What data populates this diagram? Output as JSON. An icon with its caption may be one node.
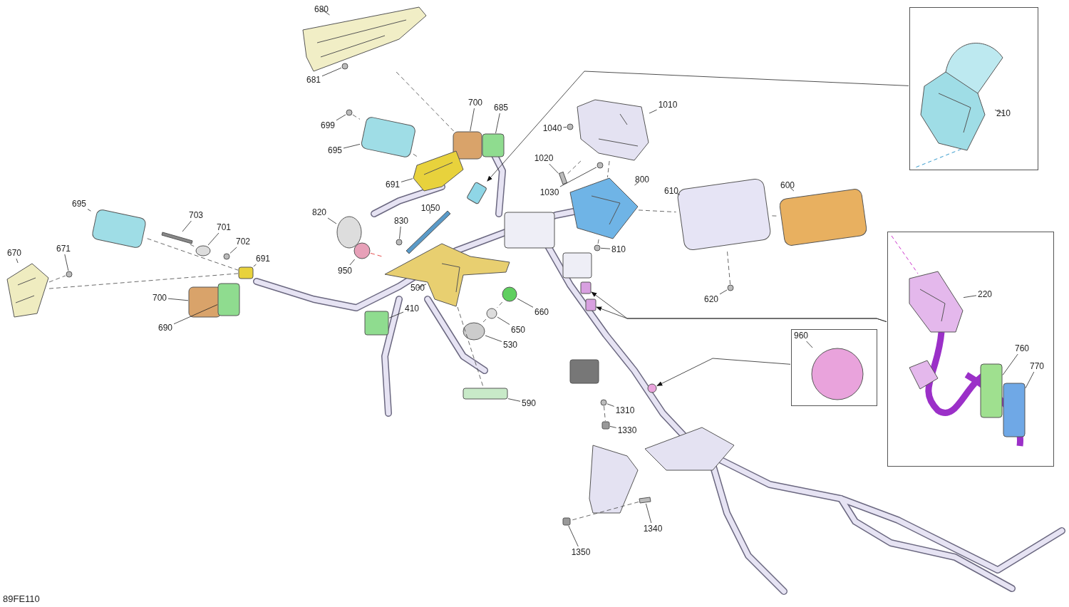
{
  "diagram": {
    "nodes": [
      {
        "text": [
          "680"
        ]
      },
      {
        "text": [],
        "shape": "picture"
      },
      {
        "text": [
          "681"
        ]
      },
      {
        "text": [],
        "shape": "circle"
      },
      {
        "text": [],
        "shape": "box"
      },
      {
        "text": [
          "210"
        ],
        "in": 4
      },
      {
        "text": [],
        "shape": "picture",
        "in": 4
      },
      {
        "text": [
          "700"
        ]
      },
      {
        "text": [],
        "shape": "box"
      },
      {
        "text": [
          "685"
        ]
      },
      {
        "text": [],
        "shape": "box"
      },
      {
        "text": [
          "1010"
        ]
      },
      {
        "text": [],
        "shape": "picture"
      },
      {
        "text": [
          "699"
        ]
      },
      {
        "text": [],
        "shape": "circle"
      },
      {
        "text": [
          "1040"
        ]
      },
      {
        "text": [],
        "shape": "circle"
      },
      {
        "text": [
          "695"
        ]
      },
      {
        "text": [],
        "shape": "box"
      },
      {
        "text": [
          "1020"
        ]
      },
      {
        "text": [],
        "shape": "bar"
      },
      {
        "text": [
          "800"
        ]
      },
      {
        "text": [],
        "shape": "picture"
      },
      {
        "text": [
          "691"
        ]
      },
      {
        "text": [],
        "shape": "picture"
      },
      {
        "text": [
          "600"
        ]
      },
      {
        "text": [],
        "shape": "box"
      },
      {
        "text": [
          "610"
        ]
      },
      {
        "text": [],
        "shape": "box"
      },
      {
        "text": [
          "1030"
        ]
      },
      {
        "text": [],
        "shape": "circle"
      },
      {
        "text": [],
        "shape": "box"
      },
      {
        "text": [
          "695"
        ]
      },
      {
        "text": [],
        "shape": "box"
      },
      {
        "text": [
          "1050"
        ]
      },
      {
        "text": [],
        "shape": "bar"
      },
      {
        "text": [
          "703"
        ]
      },
      {
        "text": [],
        "shape": "bar"
      },
      {
        "text": [
          "820"
        ]
      },
      {
        "text": [],
        "shape": "circle"
      },
      {
        "text": [
          "830"
        ]
      },
      {
        "text": [],
        "shape": "circle"
      },
      {
        "text": [
          "701"
        ]
      },
      {
        "text": [],
        "shape": "circle"
      },
      {
        "text": [],
        "shape": "box"
      },
      {
        "text": [
          "220"
        ],
        "in": 44
      },
      {
        "text": [],
        "shape": "picture",
        "in": 44
      },
      {
        "text": [
          "702"
        ]
      },
      {
        "text": [],
        "shape": "circle"
      },
      {
        "text": [
          "810"
        ]
      },
      {
        "text": [],
        "shape": "circle"
      },
      {
        "text": [
          "671"
        ]
      },
      {
        "text": [],
        "shape": "circle"
      },
      {
        "text": [
          "670"
        ]
      },
      {
        "text": [],
        "shape": "picture"
      },
      {
        "text": [
          "691"
        ]
      },
      {
        "text": [],
        "shape": "box"
      },
      {
        "text": [
          "950"
        ]
      },
      {
        "text": [],
        "shape": "circle"
      },
      {
        "text": [
          "500"
        ]
      },
      {
        "text": [],
        "shape": "picture"
      },
      {
        "text": [
          "700"
        ]
      },
      {
        "text": [],
        "shape": "box"
      },
      {
        "text": [
          "620"
        ]
      },
      {
        "text": [],
        "shape": "circle"
      },
      {
        "text": [
          "410"
        ]
      },
      {
        "text": [],
        "shape": "box"
      },
      {
        "text": [
          "660"
        ]
      },
      {
        "text": [],
        "shape": "circle"
      },
      {
        "text": [],
        "shape": "box"
      },
      {
        "text": [],
        "shape": "box"
      },
      {
        "text": [
          "650"
        ]
      },
      {
        "text": [],
        "shape": "circle"
      },
      {
        "text": [],
        "shape": "box"
      },
      {
        "text": [
          "960"
        ],
        "in": 73
      },
      {
        "text": [],
        "shape": "circle",
        "in": 73
      },
      {
        "text": [
          "690"
        ]
      },
      {
        "text": [],
        "shape": "box"
      },
      {
        "text": [
          "530"
        ]
      },
      {
        "text": [],
        "shape": "circle"
      },
      {
        "text": [
          "760"
        ],
        "in": 44
      },
      {
        "text": [],
        "shape": "cylinder",
        "in": 44
      },
      {
        "text": [
          "770"
        ],
        "in": 44
      },
      {
        "text": [],
        "shape": "cylinder",
        "in": 44
      },
      {
        "text": [],
        "shape": "circle"
      },
      {
        "text": [
          "590"
        ]
      },
      {
        "text": [],
        "shape": "box"
      },
      {
        "text": [
          "1310"
        ]
      },
      {
        "text": [],
        "shape": "circle"
      },
      {
        "text": [
          "1330"
        ]
      },
      {
        "text": [],
        "shape": "box"
      },
      {
        "text": [
          "1340"
        ]
      },
      {
        "text": [],
        "shape": "bar"
      },
      {
        "text": [
          "1350"
        ]
      },
      {
        "text": [],
        "shape": "box"
      }
    ],
    "edges": [
      {
        "from": 0,
        "to": 1,
        "arrow": "none"
      },
      {
        "from": 2,
        "to": 3,
        "arrow": "none"
      },
      {
        "from": 5,
        "to": 6,
        "arrow": "none"
      },
      {
        "from": 7,
        "to": 8,
        "arrow": "none"
      },
      {
        "from": 9,
        "to": 10,
        "arrow": "none"
      },
      {
        "from": 11,
        "to": 12,
        "arrow": "none"
      },
      {
        "from": 13,
        "to": 14,
        "arrow": "none"
      },
      {
        "from": 15,
        "to": 16,
        "arrow": "none"
      },
      {
        "from": 17,
        "to": 18,
        "arrow": "none"
      },
      {
        "from": 19,
        "to": 20,
        "arrow": "none"
      },
      {
        "from": 21,
        "to": 22,
        "arrow": "none"
      },
      {
        "from": 23,
        "to": 24,
        "arrow": "none"
      },
      {
        "from": 25,
        "to": 26,
        "arrow": "none"
      },
      {
        "from": 27,
        "to": 28,
        "arrow": "none"
      },
      {
        "from": 29,
        "to": 30,
        "arrow": "none"
      },
      {
        "from": 32,
        "to": 33,
        "arrow": "none"
      },
      {
        "from": 34,
        "to": 35,
        "arrow": "none"
      },
      {
        "from": 36,
        "to": 37,
        "arrow": "none"
      },
      {
        "from": 38,
        "to": 39,
        "arrow": "none"
      },
      {
        "from": 40,
        "to": 41,
        "arrow": "none"
      },
      {
        "from": 42,
        "to": 43,
        "arrow": "none"
      },
      {
        "from": 45,
        "to": 46,
        "arrow": "none"
      },
      {
        "from": 47,
        "to": 48,
        "arrow": "none"
      },
      {
        "from": 49,
        "to": 50,
        "arrow": "none"
      },
      {
        "from": 51,
        "to": 52,
        "arrow": "none"
      },
      {
        "from": 53,
        "to": 54,
        "arrow": "none"
      },
      {
        "from": 55,
        "to": 56,
        "arrow": "none"
      },
      {
        "from": 57,
        "to": 58,
        "arrow": "none"
      },
      {
        "from": 59,
        "to": 60,
        "arrow": "none"
      },
      {
        "from": 61,
        "to": 62,
        "arrow": "none"
      },
      {
        "from": 63,
        "to": 64,
        "arrow": "none"
      },
      {
        "from": 65,
        "to": 66,
        "arrow": "none"
      },
      {
        "from": 67,
        "to": 68,
        "arrow": "none"
      },
      {
        "from": 71,
        "to": 72,
        "arrow": "none"
      },
      {
        "from": 74,
        "to": 75,
        "arrow": "none"
      },
      {
        "from": 76,
        "to": 77,
        "arrow": "none"
      },
      {
        "from": 78,
        "to": 79,
        "arrow": "none"
      },
      {
        "from": 80,
        "to": 81,
        "arrow": "none"
      },
      {
        "from": 82,
        "to": 83,
        "arrow": "none"
      },
      {
        "from": 85,
        "to": 86,
        "arrow": "none"
      },
      {
        "from": 87,
        "to": 88,
        "arrow": "none"
      },
      {
        "from": 89,
        "to": 90,
        "arrow": "none"
      },
      {
        "from": 91,
        "to": 92,
        "arrow": "none"
      },
      {
        "from": 93,
        "to": 94,
        "arrow": "none"
      },
      {
        "from": 4,
        "to": 31,
        "arrow": "to"
      },
      {
        "from": 44,
        "to": 69,
        "arrow": "to"
      },
      {
        "from": 44,
        "to": 70,
        "arrow": "to"
      },
      {
        "from": 73,
        "to": 84,
        "arrow": "to"
      },
      {
        "from": 1,
        "to": 8,
        "arrow": "none",
        "style": "dashed"
      },
      {
        "from": 14,
        "to": 18,
        "arrow": "none",
        "style": "dashed"
      },
      {
        "from": 18,
        "to": 24,
        "arrow": "none",
        "style": "dashed"
      },
      {
        "from": 54,
        "to": 52,
        "arrow": "none",
        "style": "dashed"
      },
      {
        "from": 54,
        "to": 56,
        "arrow": "none",
        "style": "dashed"
      },
      {
        "from": 33,
        "to": 56,
        "arrow": "none",
        "style": "dashed"
      },
      {
        "from": 37,
        "to": 43,
        "arrow": "none",
        "style": "dashed"
      },
      {
        "from": 58,
        "to": 60,
        "arrow": "none",
        "style": "dashed",
        "color": "#dd2222"
      },
      {
        "from": 20,
        "to": 12,
        "arrow": "none",
        "style": "dashed"
      },
      {
        "from": 12,
        "to": 22,
        "arrow": "none",
        "style": "dashed"
      },
      {
        "from": 22,
        "to": 50,
        "arrow": "none",
        "style": "dashed"
      },
      {
        "from": 22,
        "to": 28,
        "arrow": "none",
        "style": "dashed"
      },
      {
        "from": 28,
        "to": 26,
        "arrow": "none",
        "style": "dashed"
      },
      {
        "from": 64,
        "to": 28,
        "arrow": "none",
        "style": "dashed"
      },
      {
        "from": 68,
        "to": 72,
        "arrow": "none",
        "style": "dashed"
      },
      {
        "from": 72,
        "to": 79,
        "arrow": "none",
        "style": "dashed"
      },
      {
        "from": 60,
        "to": 86,
        "arrow": "none",
        "style": "dashed"
      },
      {
        "from": 88,
        "to": 90,
        "arrow": "none",
        "style": "dashed"
      },
      {
        "from": 92,
        "to": 94,
        "arrow": "none",
        "style": "dashed"
      }
    ],
    "labels": [
      "89FE110"
    ]
  }
}
